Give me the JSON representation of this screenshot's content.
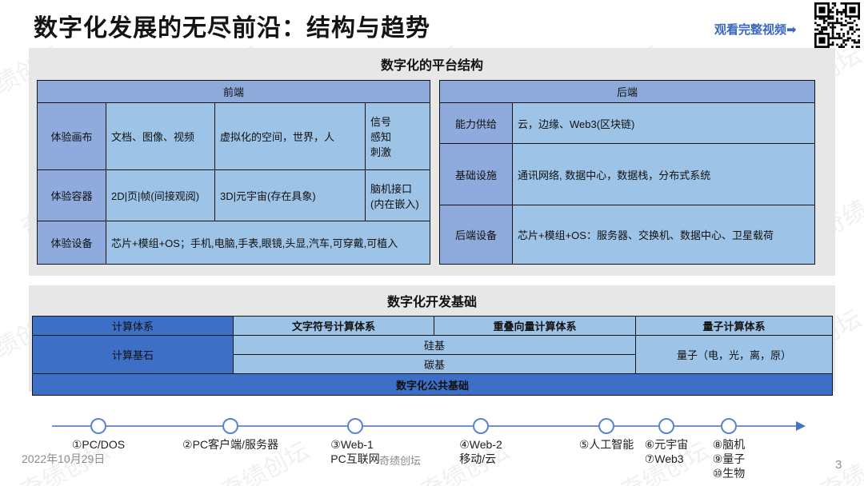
{
  "header": {
    "title": "数字化发展的无尽前沿：结构与趋势",
    "video_link": "观看完整视频",
    "video_arrow": "➡"
  },
  "colors": {
    "header_blue": "#8EAADB",
    "label_blue": "#8FAADC",
    "cell_blue": "#9DC3E6",
    "dark_blue": "#3E6FC6",
    "panel_gray": "#E8E7E7",
    "timeline_blue": "#5B83D1",
    "link_blue": "#3A66C0"
  },
  "platform": {
    "title": "数字化的平台结构",
    "frontend": {
      "header": "前端",
      "row1": {
        "label": "体验画布",
        "col1": "文档、图像、视频",
        "col2": "虚拟化的空间，世界，人",
        "col3": "信号\n感知\n刺激"
      },
      "row2": {
        "label": "体验容器",
        "col1": "2D|页|帧(间接观阅)",
        "col2": "3D|元宇宙(存在具象)",
        "col3": "脑机接口\n(内在嵌入)"
      },
      "row3": {
        "label": "体验设备",
        "content": "芯片+模组+OS；手机,电脑,手表,眼镜,头显,汽车,可穿戴,可植入"
      }
    },
    "backend": {
      "header": "后端",
      "row1": {
        "label": "能力供给",
        "content": "云，边缘、Web3(区块链)"
      },
      "row2": {
        "label": "基础设施",
        "content": "通讯网络, 数据中心，数据栈，分布式系统"
      },
      "row3": {
        "label": "后端设备",
        "content": "芯片+模组+OS：服务器、交换机、数据中心、卫星载荷"
      }
    }
  },
  "development": {
    "title": "数字化开发基础",
    "row1": {
      "label": "计算体系",
      "col1": "文字符号计算体系",
      "col2": "重叠向量计算体系",
      "col3": "量子计算体系"
    },
    "row2": {
      "label": "计算基石",
      "silicon": "硅基",
      "carbon": "碳基",
      "quantum": "量子（电，光，离，原）"
    },
    "footer": "数字化公共基础"
  },
  "timeline": {
    "nodes": [
      {
        "lines": [
          "①PC/DOS"
        ]
      },
      {
        "lines": [
          "②PC客户端/服务器"
        ]
      },
      {
        "lines": [
          "③Web-1",
          "PC互联网"
        ]
      },
      {
        "lines": [
          "④Web-2",
          "移动/云"
        ]
      },
      {
        "lines": [
          "⑤人工智能"
        ]
      },
      {
        "lines": [
          "⑥元宇宙",
          "⑦Web3"
        ]
      },
      {
        "lines": [
          "⑧脑机",
          "⑨量子",
          "⑩生物"
        ]
      }
    ]
  },
  "footer": {
    "date": "2022年10月29日",
    "brand": "奇绩创坛",
    "page": "3"
  },
  "watermark": {
    "text": "奇绩创坛"
  }
}
